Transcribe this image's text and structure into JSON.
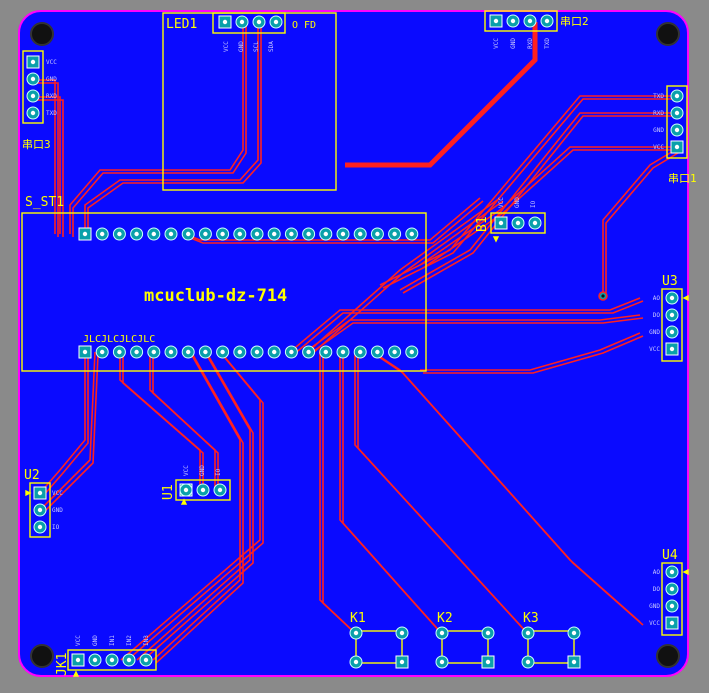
{
  "board": {
    "colors": {
      "surround": "#8a8a8a",
      "board_fill": "#0a0aff",
      "board_edge": "#ff00ff",
      "copper_trace": "#ff2020",
      "silkscreen": "#ffff00",
      "pad_ring": "#0aa0aa",
      "pad_hole": "#ffffff",
      "via_hole": "#000000",
      "small_label": "#c8c8ff"
    },
    "main_label": "mcuclub-dz-714",
    "designators": {
      "led1": "LED1",
      "uart2": "串口2",
      "uart3": "串口3",
      "uart1_partial": "串口1",
      "sst1": "S_ST1",
      "b1": "B1",
      "u1": "U1",
      "u2": "U2",
      "u3": "U3",
      "u4": "U4",
      "k1": "K1",
      "k2": "K2",
      "k3": "K3",
      "jk1": "JK1",
      "led_tail": "O FD",
      "jlc": "JLCJLCJLCJLC"
    },
    "pin_labels": {
      "uart3": [
        "VCC",
        "GND",
        "RXD",
        "TXD"
      ],
      "uart1": [
        "TXD",
        "RXD",
        "GND",
        "VCC"
      ],
      "u3": [
        "AO",
        "DO",
        "GND",
        "VCC"
      ],
      "u4": [
        "AO",
        "DO",
        "GND",
        "VCC"
      ],
      "u2": [
        "VCC",
        "GND",
        "IO"
      ],
      "u1": [
        "VCC",
        "GND",
        "IO"
      ],
      "b1": [
        "VCC",
        "GND",
        "IO"
      ],
      "jk1": [
        "VCC",
        "GND",
        "IN1",
        "IN2",
        "IN3"
      ],
      "led1": [
        "VCC",
        "GND",
        "SCL",
        "SDA"
      ],
      "uart2": [
        "VCC",
        "GND",
        "RXD",
        "TXD"
      ]
    }
  }
}
